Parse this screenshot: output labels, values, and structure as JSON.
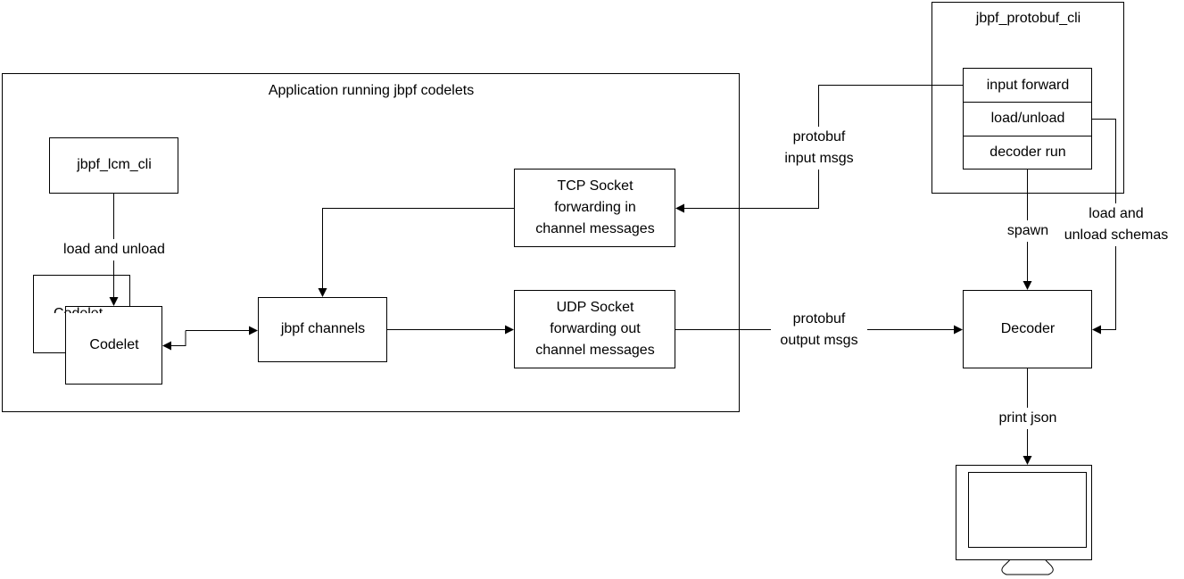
{
  "diagram": {
    "app_container_title": "Application running jbpf codelets",
    "protobuf_cli_title": "jbpf_protobuf_cli",
    "lcm_cli": "jbpf_lcm_cli",
    "codelet_back": "Codelet",
    "codelet_front": "Codelet",
    "jbpf_channels": "jbpf channels",
    "tcp_socket": [
      "TCP Socket",
      "forwarding in",
      "channel messages"
    ],
    "udp_socket": [
      "UDP Socket",
      "forwarding out",
      "channel messages"
    ],
    "cli_menu": [
      "input forward",
      "load/unload",
      "decoder run"
    ],
    "decoder": "Decoder",
    "edge_labels": {
      "load_and_unload": "load and unload",
      "protobuf_input": [
        "protobuf",
        "input msgs"
      ],
      "protobuf_output": [
        "protobuf",
        "output msgs"
      ],
      "spawn": "spawn",
      "load_schemas": [
        "load and",
        "unload schemas"
      ],
      "print_json": "print json"
    },
    "monitor_icon": "monitor-icon"
  }
}
